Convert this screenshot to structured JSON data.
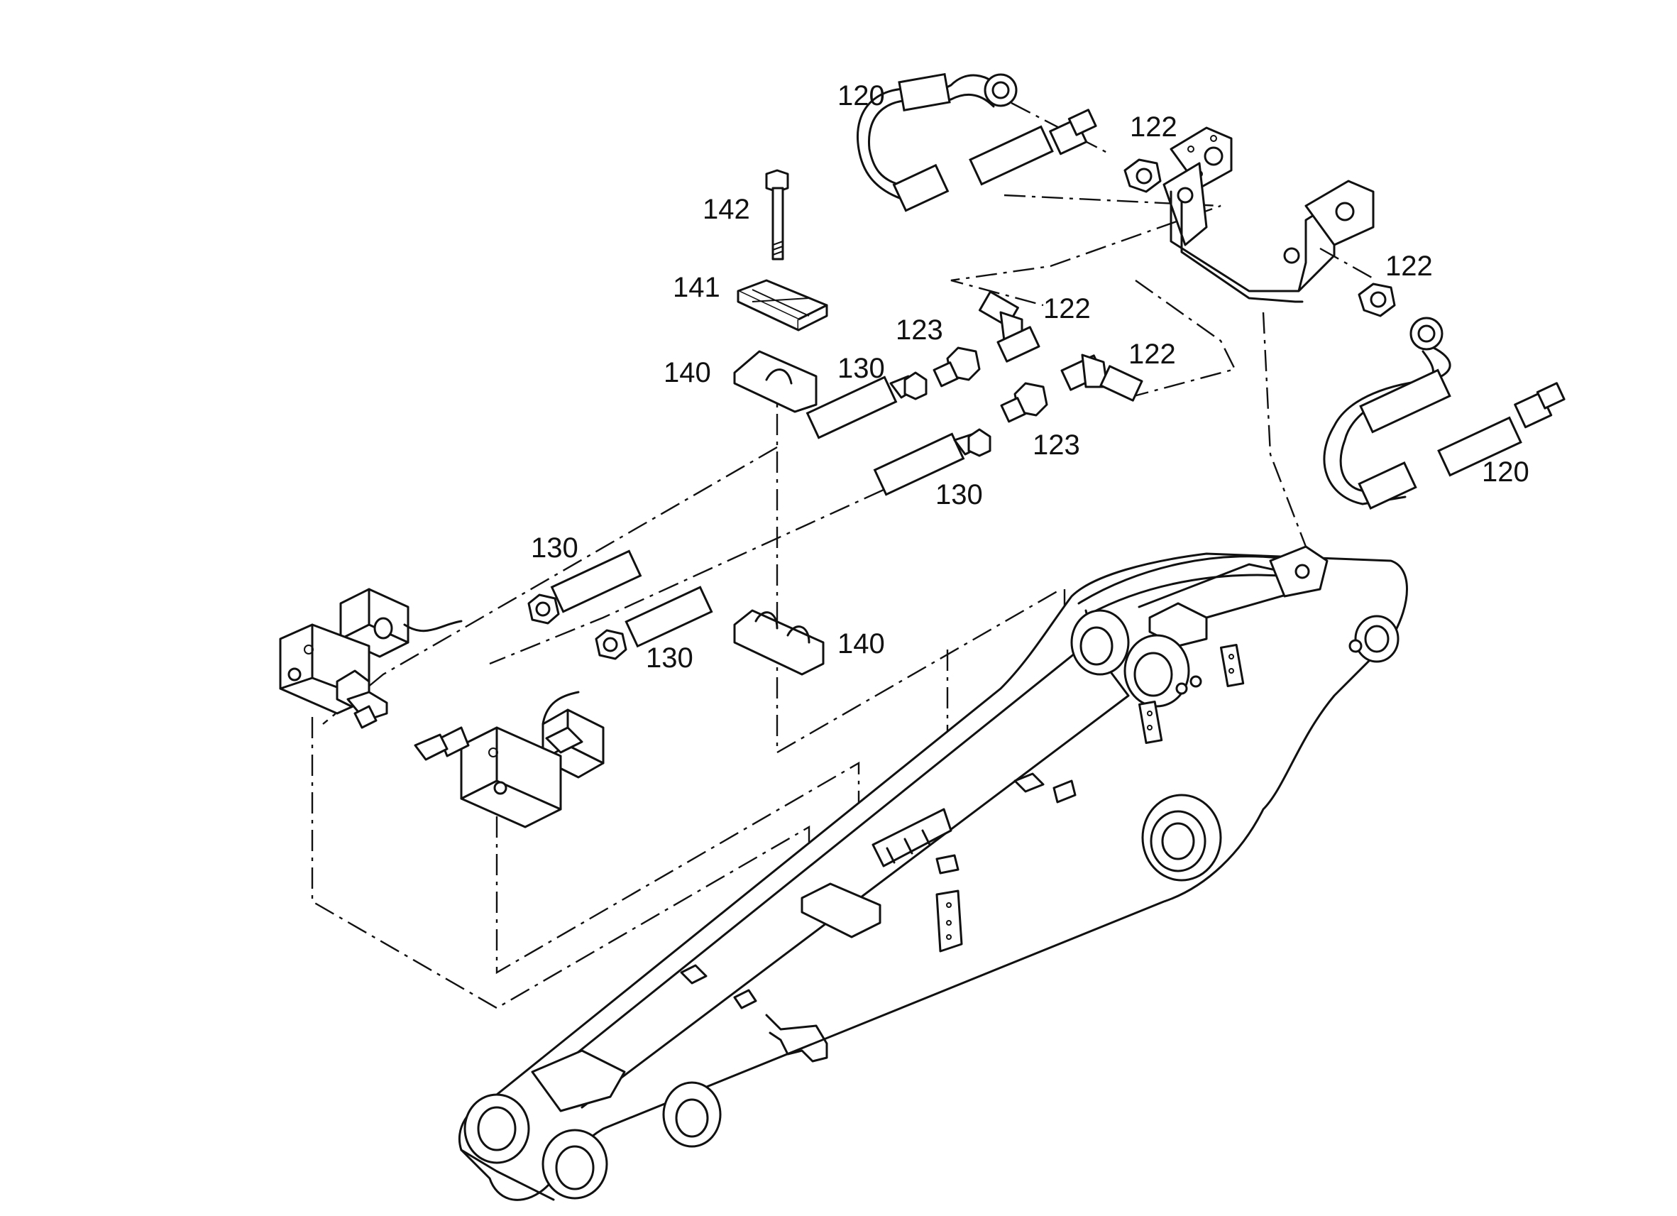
{
  "callouts": [
    {
      "id": "hose-120-top",
      "text": "120"
    },
    {
      "id": "nut-122-top",
      "text": "122"
    },
    {
      "id": "bolt-142",
      "text": "142"
    },
    {
      "id": "plate-141",
      "text": "141"
    },
    {
      "id": "elbow-122-upper",
      "text": "122"
    },
    {
      "id": "adapter-123-upper",
      "text": "123"
    },
    {
      "id": "clamp-140-upper",
      "text": "140"
    },
    {
      "id": "hose-130-upper",
      "text": "130"
    },
    {
      "id": "elbow-122-lower",
      "text": "122"
    },
    {
      "id": "nut-122-right",
      "text": "122"
    },
    {
      "id": "adapter-123-lower",
      "text": "123"
    },
    {
      "id": "hose-120-right",
      "text": "120"
    },
    {
      "id": "hose-130-mid",
      "text": "130"
    },
    {
      "id": "hose-130-left",
      "text": "130"
    },
    {
      "id": "clamp-140-lower",
      "text": "140"
    },
    {
      "id": "hose-130-lower",
      "text": "130"
    }
  ]
}
